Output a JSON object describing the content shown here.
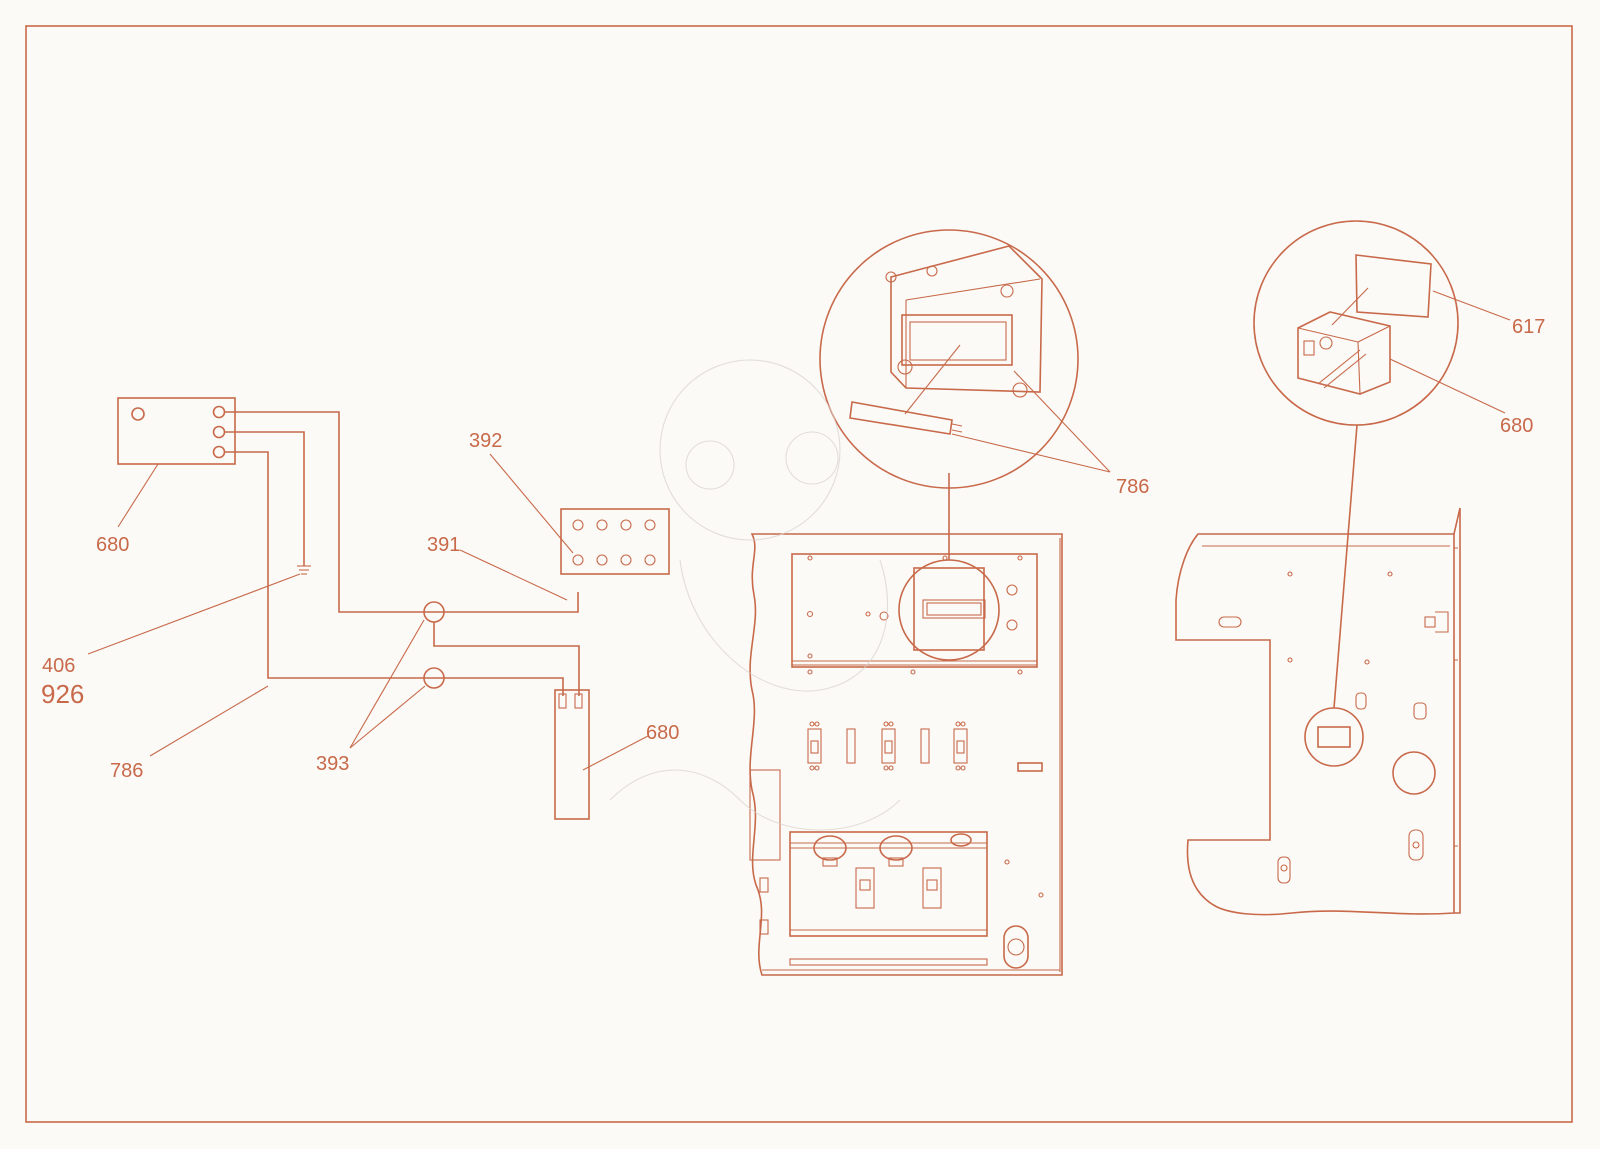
{
  "colors": {
    "line": "#c8694a",
    "background": "#fbfaf7"
  },
  "labels": {
    "label_680_left": "680",
    "label_406": "406",
    "label_926": "926",
    "label_786_left": "786",
    "label_392": "392",
    "label_391": "391",
    "label_393": "393",
    "label_680_mid": "680",
    "label_786_zoom": "786",
    "label_617": "617",
    "label_680_right": "680"
  }
}
